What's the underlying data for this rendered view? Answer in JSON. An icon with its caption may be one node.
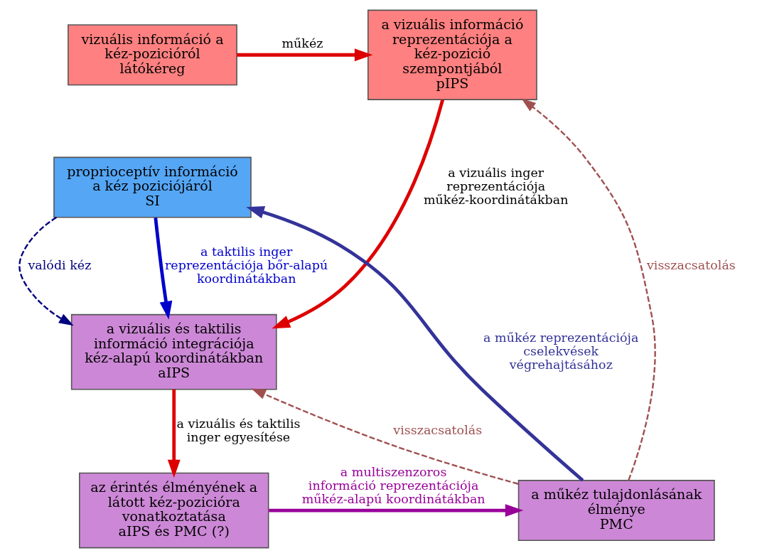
{
  "diagram": {
    "nodes": [
      {
        "text": [
          "vizuális információ a kéz-pozicióról",
          "látókéreg"
        ]
      },
      {
        "text": [
          "proprioceptív információ a kéz poziciójáról",
          "SI"
        ]
      },
      {
        "text": [
          "a vizuális információ reprezentációja a kéz-pozició szempontjából",
          "pIPS"
        ]
      },
      {
        "text": [
          "a vizuális és taktilis információ integrációja kéz-alapú koordinátákban",
          "aIPS"
        ]
      },
      {
        "text": [
          "az érintés élményének a látott kéz-pozicióra vonatkoztatása",
          "aIPS és PMC (?)"
        ]
      },
      {
        "text": [
          "a műkéz tulajdonlásának élménye",
          "PMC"
        ]
      }
    ],
    "edges": [
      {
        "from": 0,
        "to": 2,
        "arrow": "to",
        "label": "műkéz"
      },
      {
        "from": 2,
        "to": 3,
        "arrow": "to",
        "label": "a vizuális inger reprezentációja műkéz-koordinátákban"
      },
      {
        "from": 1,
        "to": 3,
        "arrow": "to",
        "label": "valódi kéz",
        "style": "dashed",
        "color": "#000080"
      },
      {
        "from": 1,
        "to": 3,
        "arrow": "to",
        "label": "a taktilis inger reprezentációja bőr-alapú koordinátákban",
        "color": "#0000cc"
      },
      {
        "from": 3,
        "to": 4,
        "arrow": "to",
        "label": "a vizuális és taktilis inger egyesítése"
      },
      {
        "from": 4,
        "to": 5,
        "arrow": "to",
        "label": "a multiszenzoros információ reprezentációja műkéz-alapú koordinátákban",
        "color": "#990099"
      },
      {
        "from": 5,
        "to": 1,
        "arrow": "to",
        "label": "a műkéz reprezentációja cselekvések végrehajtásához",
        "color": "#333399"
      },
      {
        "from": 5,
        "to": 2,
        "arrow": "to",
        "label": "visszacsatolás",
        "style": "dashed",
        "color": "#a05050"
      },
      {
        "from": 5,
        "to": 3,
        "arrow": "to",
        "label": "visszacsatolás",
        "style": "dashed",
        "color": "#a05050"
      }
    ]
  }
}
